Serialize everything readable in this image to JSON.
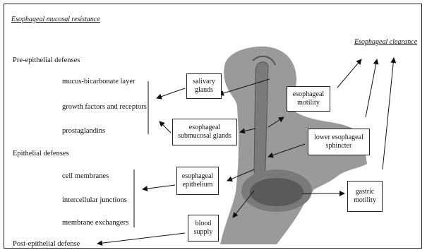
{
  "titles": {
    "mucosal_resistance": "Esophageal mucosal resistance",
    "clearance": "Esophageal clearance"
  },
  "defenses": {
    "pre_epithelial": {
      "heading": "Pre-epithelial defenses",
      "items": [
        "mucus-bicarbonate layer",
        "growth factors and receptors",
        "prostaglandins"
      ]
    },
    "epithelial": {
      "heading": "Epithelial defenses",
      "items": [
        "cell membranes",
        "intercellular junctions",
        "membrane exchangers"
      ]
    },
    "post_epithelial": {
      "heading": "Post-epithelial defense"
    }
  },
  "boxes": {
    "salivary_glands": "salivary\nglands",
    "submucosal_glands": "esophageal\nsubmucosal glands",
    "esophageal_epithelium": "esophageal\nepithelium",
    "blood_supply": "blood\nsupply",
    "esophageal_motility": "esophageal\nmotility",
    "lower_sphincter": "lower esophageal\nsphincter",
    "gastric_motility": "gastric\nmotility"
  },
  "colors": {
    "silhouette": "#9a9a9a",
    "esophagus": "#7a7a7a",
    "stomach_inner": "#5a5a5a",
    "line": "#111111"
  }
}
